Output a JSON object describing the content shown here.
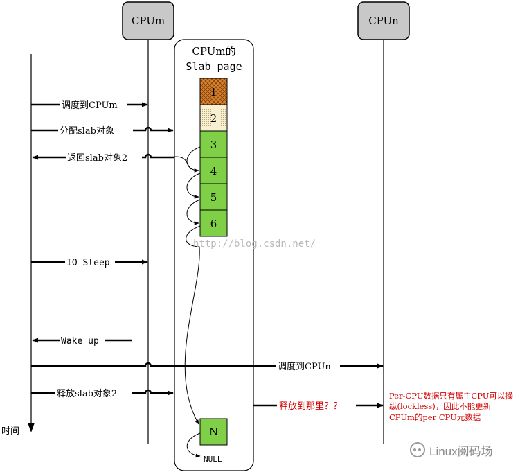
{
  "cpu_m": {
    "label": "CPUm"
  },
  "cpu_n": {
    "label": "CPUn"
  },
  "slab_page": {
    "title_line1": "CPUm的",
    "title_line2": "Slab page"
  },
  "slots": [
    "1",
    "2",
    "3",
    "4",
    "5",
    "6"
  ],
  "last_slot": "N",
  "null_label": "NULL",
  "url_watermark": "http://blog.csdn.net/",
  "time_label": "时间",
  "events": {
    "schedule_m": "调度到CPUm",
    "alloc": "分配slab对象",
    "return_obj": "返回slab对象2",
    "io_sleep": "IO Sleep",
    "wake_up": "Wake up",
    "schedule_n": "调度到CPUn",
    "free_obj": "释放slab对象2",
    "free_where": "释放到那里？？"
  },
  "note": {
    "line1": "Per-CPU数据只有属主CPU可以操",
    "line2": "纵(lockless)，因此不能更新",
    "line3": "CPUm的per CPU元数据"
  },
  "brand": "Linux阅码场",
  "colors": {
    "slot_used": "#d9822b",
    "slot_partial": "#f5ecc8",
    "slot_free": "#7fcf47",
    "cpu_box": "#c8c8c8",
    "note_red": "#d40000"
  }
}
